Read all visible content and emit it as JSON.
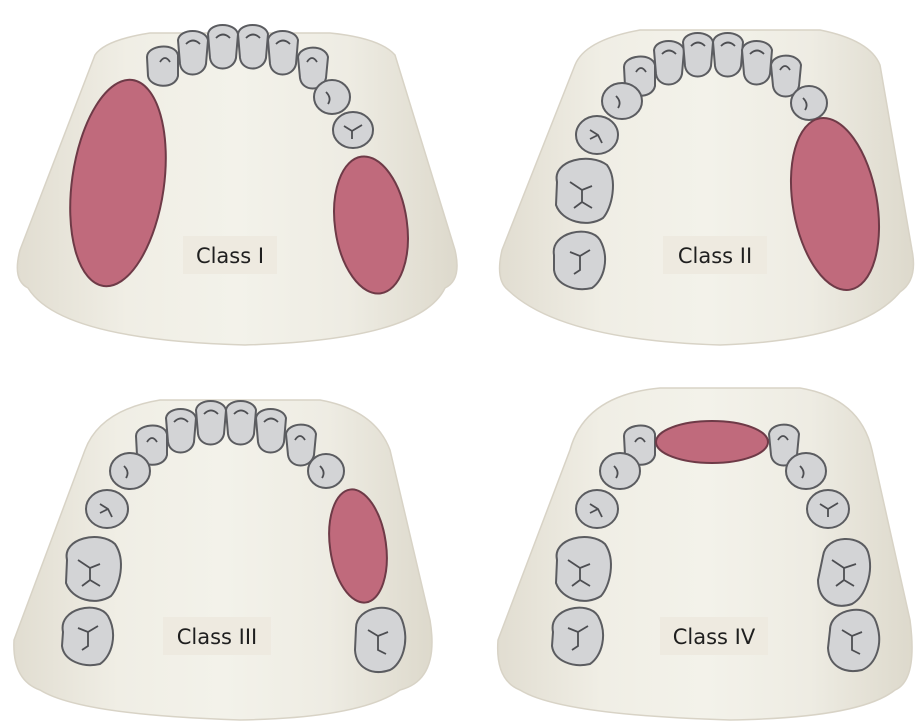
{
  "panels": [
    {
      "label": "Class I",
      "missing_regions": [
        "left posterior",
        "right posterior"
      ]
    },
    {
      "label": "Class II",
      "missing_regions": [
        "right posterior"
      ]
    },
    {
      "label": "Class III",
      "missing_regions": [
        "right intercalated"
      ]
    },
    {
      "label": "Class IV",
      "missing_regions": [
        "anterior"
      ]
    }
  ],
  "colors": {
    "arch_fill": "#ebe8dd",
    "arch_edge": "#d7d2c6",
    "tooth_fill": "#d3d4d6",
    "tooth_stroke": "#5b5c60",
    "edentulous_fill": "#c06a7c",
    "edentulous_stroke": "#6e3a47",
    "label_bg": "#eeeae0"
  }
}
